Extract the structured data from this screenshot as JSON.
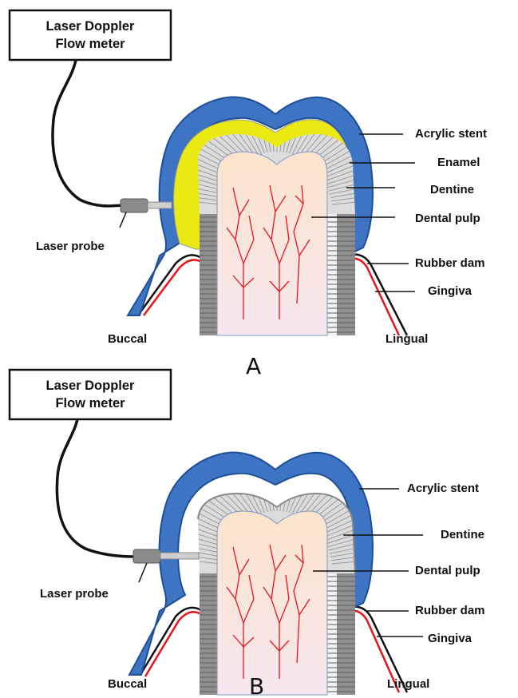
{
  "colors": {
    "acrylic_stent": "#3d74c4",
    "acrylic_stent_edge": "#1f4f93",
    "enamel": "#eaea12",
    "dentine_crown": "#dcdcdc",
    "dentine_root": "#8f8f8f",
    "pulp": "#fbe8d3",
    "vessels": "#e8141c",
    "gingiva_line": "#e8141c",
    "rubber_dam_line": "#111111",
    "probe": "#8a8a8a"
  },
  "panels": [
    {
      "id": "A",
      "panel_label": "A",
      "meter_line1": "Laser Doppler",
      "meter_line2": "Flow meter",
      "probe_label": "Laser probe",
      "buccal": "Buccal",
      "lingual": "Lingual",
      "has_enamel": true,
      "labels": [
        "Acrylic stent",
        "Enamel",
        "Dentine",
        "Dental pulp",
        "Rubber dam",
        "Gingiva"
      ]
    },
    {
      "id": "B",
      "panel_label": "B",
      "meter_line1": "Laser Doppler",
      "meter_line2": "Flow meter",
      "probe_label": "Laser probe",
      "buccal": "Buccal",
      "lingual": "Lingual",
      "has_enamel": false,
      "labels": [
        "Acrylic stent",
        "Dentine",
        "Dental pulp",
        "Rubber dam",
        "Gingiva"
      ]
    }
  ]
}
